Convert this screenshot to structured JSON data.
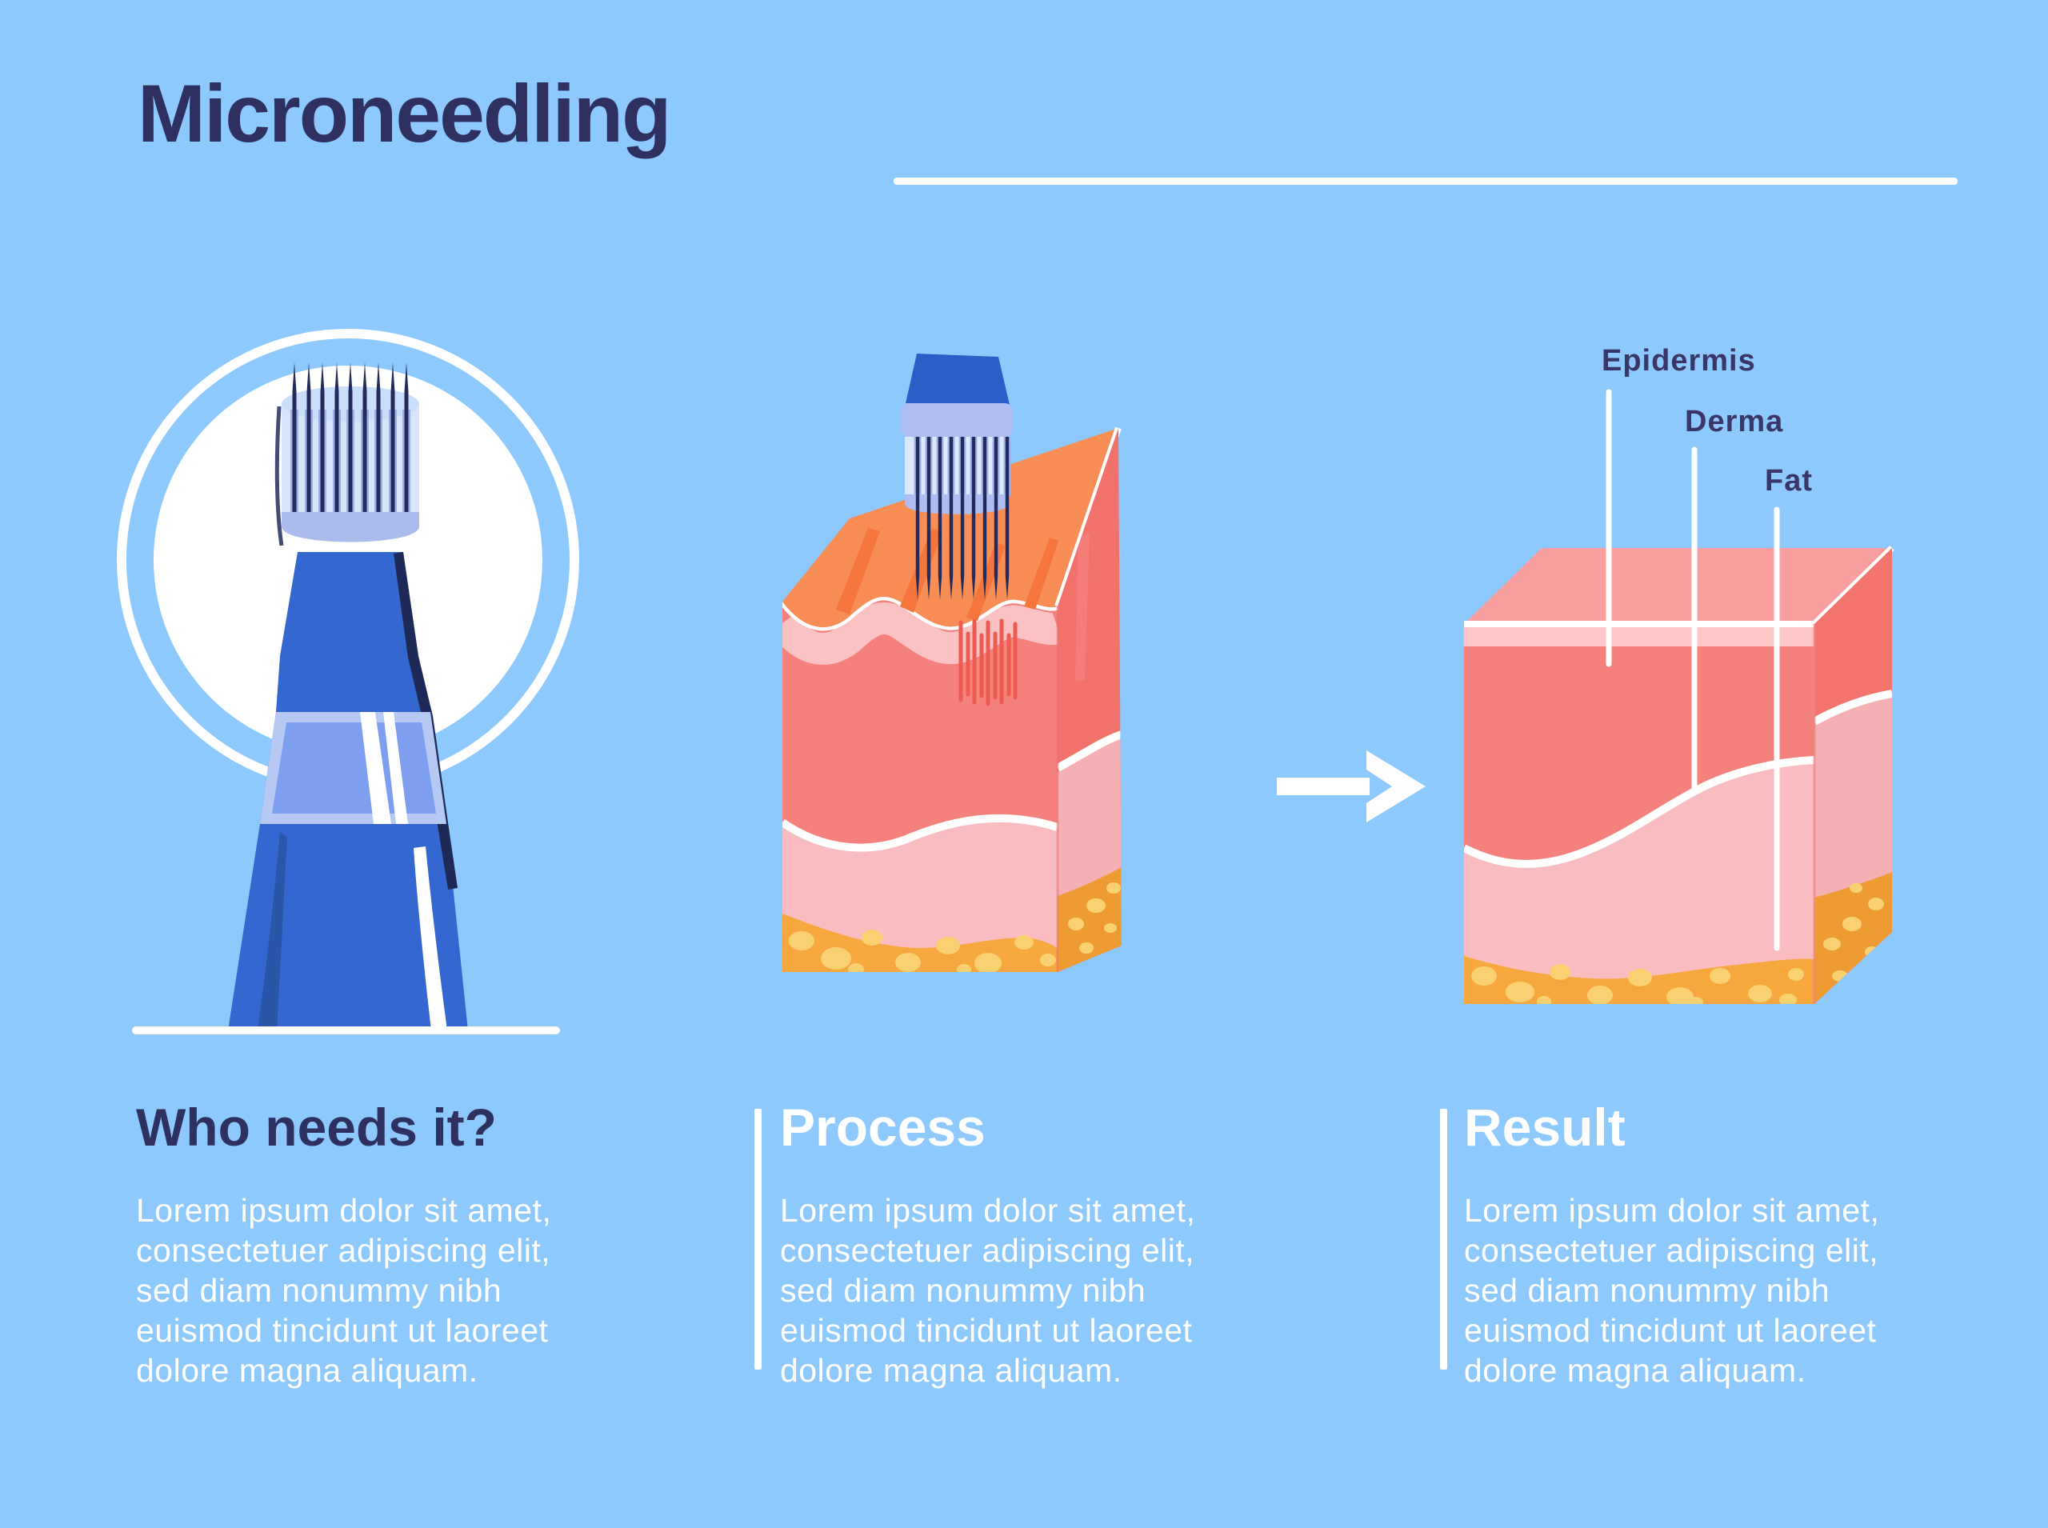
{
  "title": {
    "text": "Microneedling"
  },
  "diagram": {
    "skin_labels": [
      {
        "text": "Epidermis"
      },
      {
        "text": "Derma"
      },
      {
        "text": "Fat"
      }
    ],
    "colors": {
      "background": "#8EC9FD",
      "title_navy": "#2E3060",
      "label_navy": "#3B3668",
      "white": "#FFFFFF",
      "skin_surface_before": "#F88D55",
      "skin_surface_streak": "#F4763C",
      "skin_surface_after": "#FA9F9F",
      "epidermis_strip": "#FAC2C2",
      "derma_coral": "#F5817C",
      "lower_skin_pink": "#F9BDC1",
      "fat_orange": "#F6A73D",
      "fat_dots": "#FAD171",
      "needle_navy": "#232B5C",
      "device_head_blue": "#2B5FC7",
      "pen_body_blue": "#3467CF",
      "pen_band_periwinkle": "#A9BCEC",
      "red_puncture_marks": "#ED5A52"
    }
  },
  "sections": [
    {
      "heading": "Who needs it?",
      "body": "Lorem ipsum dolor sit amet,\nconsectetuer adipiscing elit,\nsed diam nonummy nibh\neuismod tincidunt ut laoreet\ndolore magna aliquam."
    },
    {
      "heading": "Process",
      "body": "Lorem ipsum dolor sit amet,\nconsectetuer adipiscing elit,\nsed diam nonummy nibh\neuismod tincidunt ut laoreet\ndolore magna aliquam."
    },
    {
      "heading": "Result",
      "body": "Lorem ipsum dolor sit amet,\nconsectetuer adipiscing elit,\nsed diam nonummy nibh\neuismod tincidunt ut laoreet\ndolore magna aliquam."
    }
  ]
}
